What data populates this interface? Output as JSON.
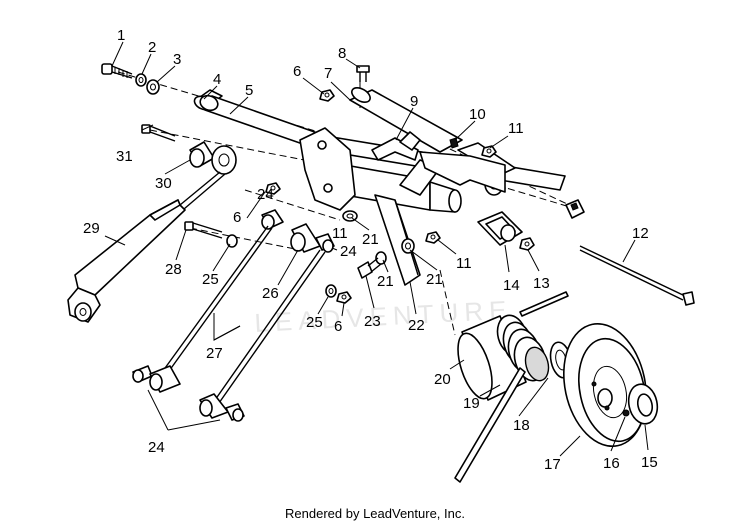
{
  "diagram": {
    "callouts": {
      "c1": "1",
      "c2": "2",
      "c3": "3",
      "c4": "4",
      "c5": "5",
      "c6a": "6",
      "c6b": "6",
      "c6c": "6",
      "c7": "7",
      "c8": "8",
      "c9": "9",
      "c10": "10",
      "c11a": "11",
      "c11b": "11",
      "c11c": "11",
      "c12": "12",
      "c13": "13",
      "c14": "14",
      "c15": "15",
      "c16": "16",
      "c17": "17",
      "c18": "18",
      "c19": "19",
      "c20": "20",
      "c21a": "21",
      "c21b": "21",
      "c21c": "21",
      "c22": "22",
      "c23": "23",
      "c24a": "24",
      "c24b": "24",
      "c24c": "24",
      "c25a": "25",
      "c25b": "25",
      "c26": "26",
      "c27": "27",
      "c28": "28",
      "c29": "29",
      "c30": "30",
      "c31": "31"
    }
  },
  "footer": {
    "credit": "Rendered by LeadVenture, Inc."
  }
}
